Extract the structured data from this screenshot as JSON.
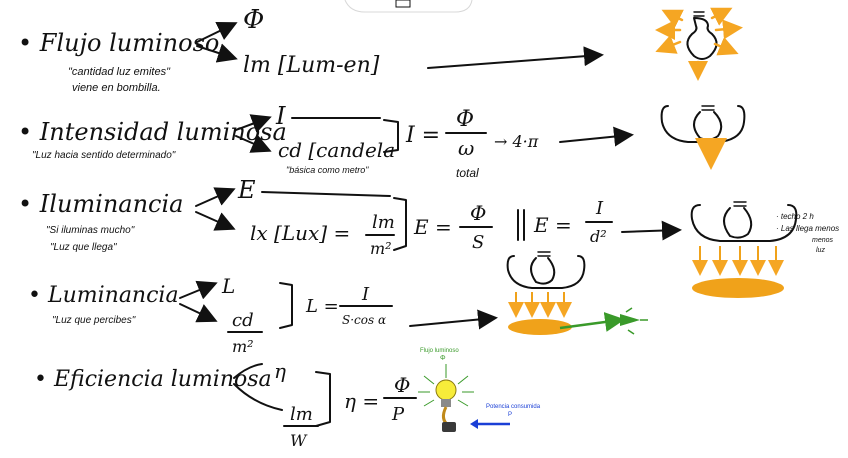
{
  "rows": [
    {
      "title": "• Flujo luminoso",
      "note1": "\"cantidad luz emites\"",
      "note2": "viene en bombilla.",
      "sym_top": "Φ",
      "sym_bottom": "lm [Lum-en]"
    },
    {
      "title": "• Intensidad luminosa",
      "note1": "\"Luz hacia sentido determinado\"",
      "sym_top": "I",
      "sym_bottom": "cd [candela",
      "sym_note": "\"básica como metro\"",
      "formula_lhs": "I =",
      "formula_num": "Φ",
      "formula_den": "ω",
      "formula_sub": "total",
      "formula_extra": "→ 4·π"
    },
    {
      "title": "• Iluminancia",
      "note1": "\"Si iluminas mucho\"",
      "note2": "\"Luz que llega\"",
      "sym_top": "E",
      "sym_bottom": "lx [Lux] =",
      "unit_num": "lm",
      "unit_den": "m²",
      "formula1_lhs": "E =",
      "formula1_num": "Φ",
      "formula1_den": "S",
      "formula2_lhs": "E =",
      "formula2_num": "I",
      "formula2_den": "d²",
      "side_note1": "· techo 2 h",
      "side_note2": "· Las llega menos",
      "side_note3": "menos",
      "side_note4": "luz"
    },
    {
      "title": "• Luminancia",
      "note1": "\"Luz que percibes\"",
      "sym_top": "L",
      "sym_num": "cd",
      "sym_den": "m²",
      "formula_lhs": "L =",
      "formula_num": "I",
      "formula_den": "S·cos α"
    },
    {
      "title": "• Eficiencia luminosa",
      "sym_top": "η",
      "sym_num": "lm",
      "sym_den": "W",
      "formula_lhs": "η =",
      "formula_num": "Φ",
      "formula_den": "P"
    }
  ],
  "figure": {
    "label_top": "Flujo luminoso",
    "label_top_sym": "Φ",
    "label_bottom": "Potencia consumida",
    "label_bottom_sym": "P"
  },
  "colors": {
    "ink": "#111111",
    "bulb_glow": "#f5a623",
    "light_pool": "#f0a21a",
    "arrow_green": "#3a9a2a",
    "arrow_blue": "#1a3fd6",
    "bulb_yellow": "#f7ec3a"
  }
}
